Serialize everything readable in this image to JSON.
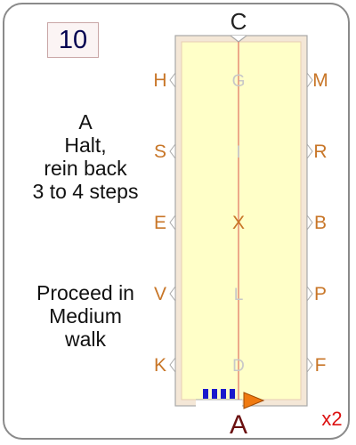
{
  "movement_number": "10",
  "instructions": {
    "letter": "A",
    "line1": "Halt,",
    "line2": "rein back",
    "line3": "3 to 4 steps",
    "line4": "Proceed in",
    "line5": "Medium",
    "line6": "walk"
  },
  "arena": {
    "top_letter": "C",
    "bottom_letter": "A",
    "left_letters": [
      "H",
      "S",
      "E",
      "V",
      "K"
    ],
    "right_letters": [
      "M",
      "R",
      "B",
      "P",
      "F"
    ],
    "center_letters": [
      "G",
      "I",
      "X",
      "L",
      "D"
    ]
  },
  "repeat_label": "x2",
  "colors": {
    "arena_fill": "#ffffc8",
    "arena_border": "#e0d0b8",
    "centerline": "#e07060",
    "side_letters": "#c87628",
    "rein_back_stripes": "#1a1acc",
    "proceed_arrow": "#f07a10",
    "repeat": "#dd1111"
  },
  "icons": {
    "rein_back": "striped-bar-icon",
    "proceed": "orange-arrow-icon"
  }
}
